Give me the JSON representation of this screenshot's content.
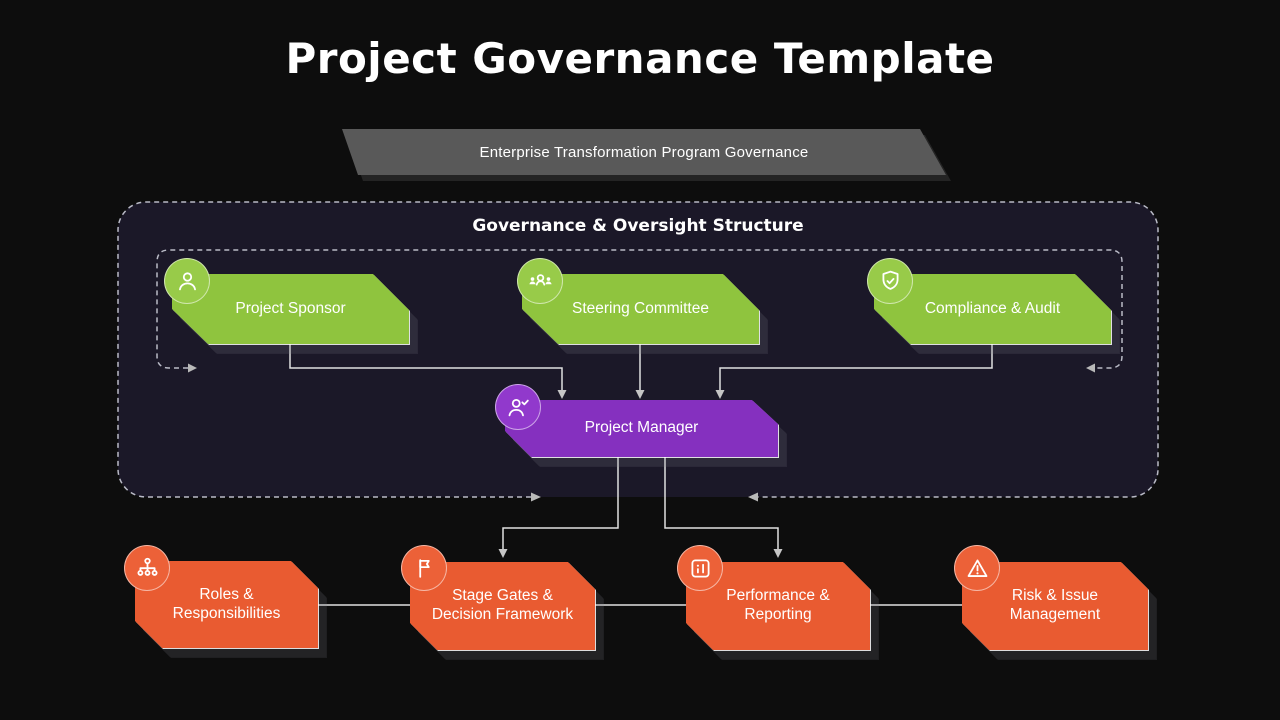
{
  "slide": {
    "title": "Project Governance Template",
    "banner_label": "Enterprise Transformation Program Governance"
  },
  "governance_section": {
    "heading": "Governance & Oversight Structure",
    "nodes": [
      {
        "id": "project-sponsor",
        "label": "Project Sponsor",
        "icon": "user-icon",
        "color": "#8fc43e"
      },
      {
        "id": "steering-committee",
        "label": "Steering Committee",
        "icon": "users-icon",
        "color": "#8fc43e"
      },
      {
        "id": "compliance-audit",
        "label": "Compliance & Audit",
        "icon": "shield-check-icon",
        "color": "#8fc43e"
      },
      {
        "id": "project-manager",
        "label": "Project Manager",
        "icon": "user-check-icon",
        "color": "#8530bf"
      }
    ]
  },
  "workstreams": [
    {
      "id": "roles-responsibilities",
      "label": "Roles & Responsibilities",
      "lines": [
        "Roles &",
        "Responsibilities"
      ],
      "icon": "org-chart-icon",
      "color": "#e95b31"
    },
    {
      "id": "stage-gates",
      "label": "Stage Gates & Decision Framework",
      "lines": [
        "Stage Gates &",
        "Decision Framework"
      ],
      "icon": "flag-icon",
      "color": "#e95b31"
    },
    {
      "id": "performance-reporting",
      "label": "Performance & Reporting",
      "lines": [
        "Performance &",
        "Reporting"
      ],
      "icon": "bar-chart-icon",
      "color": "#e95b31"
    },
    {
      "id": "risk-issue-management",
      "label": "Risk & Issue Management",
      "lines": [
        "Risk & Issue",
        "Management"
      ],
      "icon": "warning-triangle-icon",
      "color": "#e95b31"
    }
  ],
  "colors": {
    "background": "#0d0d0d",
    "panel": "#1b1828",
    "green": "#8fc43e",
    "purple": "#8530bf",
    "orange": "#e95b31",
    "banner_gray": "#595959",
    "connector": "#e0e0e0",
    "dashed_line": "#b9bac6",
    "text": "#ffffff"
  }
}
